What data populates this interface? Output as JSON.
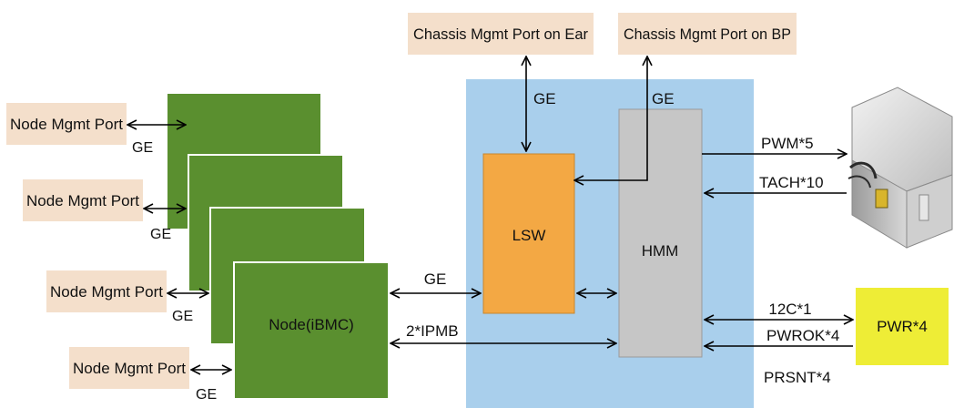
{
  "colors": {
    "port_box": "#f4dfcb",
    "node_card": "#5a8f2f",
    "chassis_region": "#a9cfec",
    "lsw": "#f3a844",
    "hmm": "#c6c6c6",
    "pwr": "#eeed36"
  },
  "labels": {
    "chassis_port_ear": "Chassis Mgmt Port on Ear",
    "chassis_port_bp": "Chassis Mgmt Port on BP",
    "node_port_1": "Node Mgmt Port",
    "node_port_2": "Node Mgmt Port",
    "node_port_3": "Node Mgmt Port",
    "node_port_4": "Node Mgmt Port",
    "node": "Node(iBMC)",
    "lsw": "LSW",
    "hmm": "HMM",
    "pwr": "PWR*4"
  },
  "links": {
    "ge_ear": "GE",
    "ge_bp": "GE",
    "ge_port_1": "GE",
    "ge_port_2": "GE",
    "ge_port_3": "GE",
    "ge_port_4": "GE",
    "ge_node_lsw": "GE",
    "ipmb": "2*IPMB",
    "pwm": "PWM*5",
    "tach": "TACH*10",
    "i2c": "12C*1",
    "pwrok": "PWROK*4",
    "prsnt": "PRSNT*4"
  },
  "icons": {
    "fan": "fan-module-icon"
  }
}
